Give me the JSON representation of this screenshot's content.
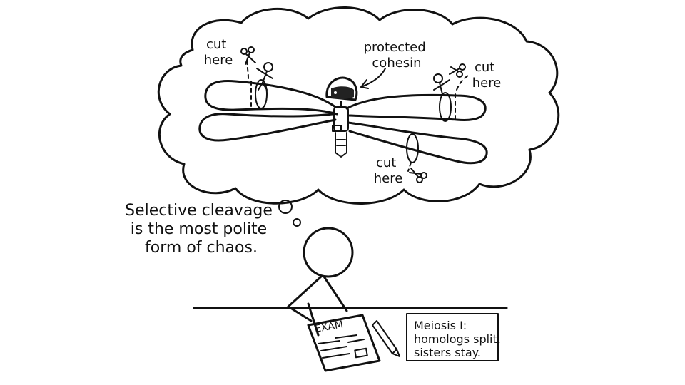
{
  "thought": {
    "label_protected": [
      "protected",
      "cohesin"
    ],
    "cut_labels": [
      [
        "cut",
        "here"
      ],
      [
        "cut",
        "here"
      ],
      [
        "cut",
        "here"
      ]
    ]
  },
  "caption": [
    "Selective cleavage",
    "is the most polite",
    "form of chaos."
  ],
  "exam": {
    "title": "EXAM"
  },
  "note": [
    "Meiosis I:",
    "homologs split,",
    "sisters stay."
  ]
}
